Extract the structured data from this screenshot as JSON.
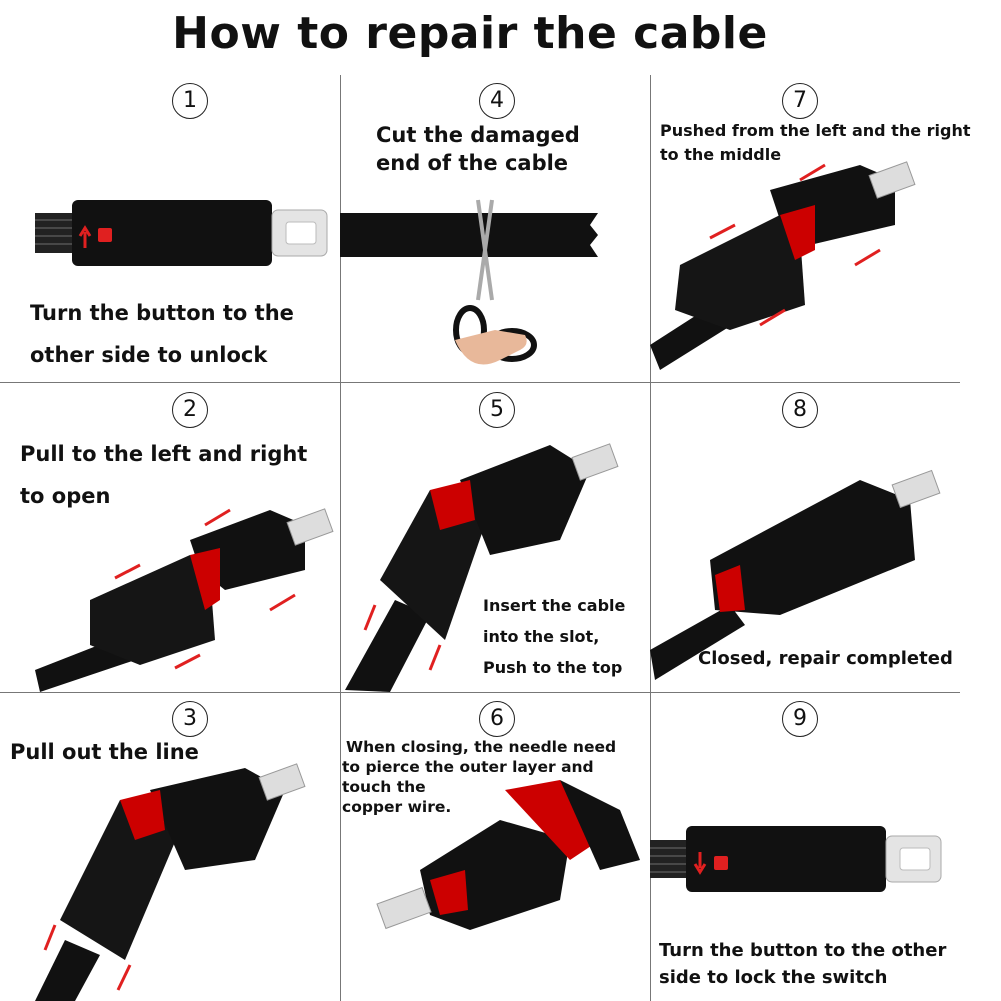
{
  "title": "How to repair the cable",
  "colors": {
    "cable": "#111111",
    "accent": "#e02020",
    "connector": "#d8d8d8"
  },
  "steps": [
    {
      "number": "1",
      "lines": [
        "Turn the button to the",
        "other side to unlock"
      ]
    },
    {
      "number": "2",
      "lines": [
        "Pull to the left and right",
        "to open"
      ]
    },
    {
      "number": "3",
      "lines": [
        "Pull out the line"
      ]
    },
    {
      "number": "4",
      "lines": [
        "Cut the damaged",
        "end of the cable"
      ]
    },
    {
      "number": "5",
      "lines": [
        "Insert the cable",
        "into the slot,",
        "Push to the top"
      ]
    },
    {
      "number": "6",
      "lines": [
        "When closing, the needle need",
        "to pierce the outer layer and",
        "touch the",
        "copper wire."
      ]
    },
    {
      "number": "7",
      "lines": [
        "Pushed from the left and the right",
        "to the middle"
      ]
    },
    {
      "number": "8",
      "lines": [
        "Closed, repair completed"
      ]
    },
    {
      "number": "9",
      "lines": [
        "Turn the button to the other",
        "side to lock the switch"
      ]
    }
  ]
}
